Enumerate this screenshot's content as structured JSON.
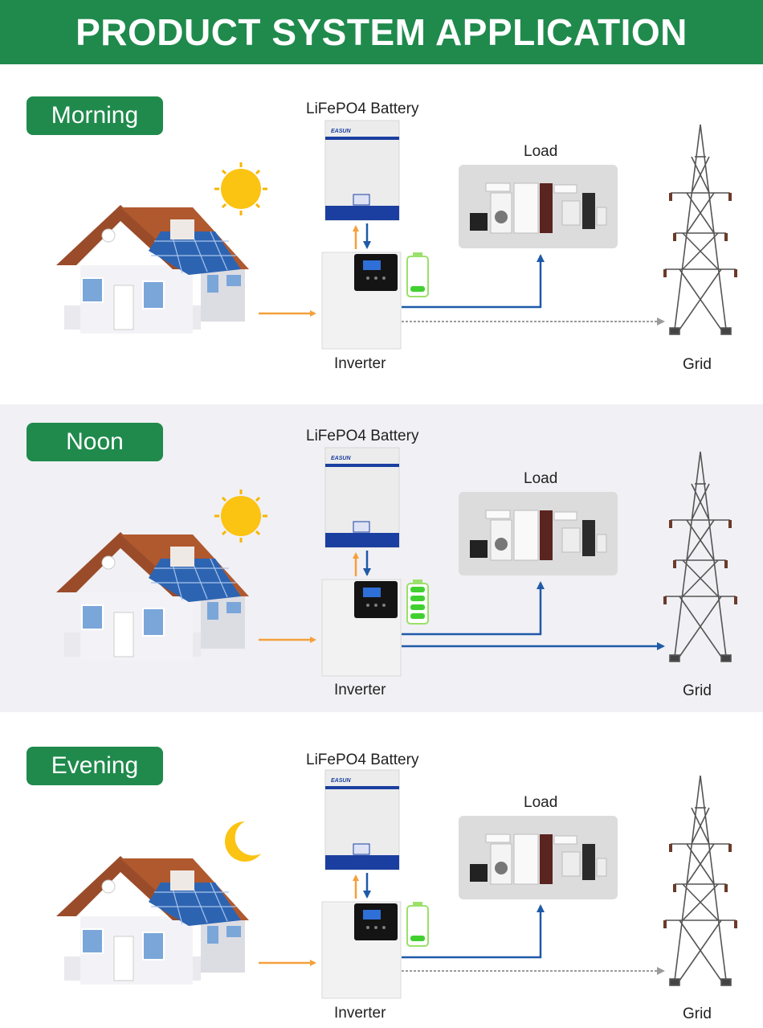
{
  "header": {
    "title": "PRODUCT SYSTEM APPLICATION"
  },
  "labels": {
    "battery": "LiFePO4 Battery",
    "load": "Load",
    "inverter": "Inverter",
    "grid": "Grid"
  },
  "colors": {
    "brand_green": "#1f8a4c",
    "solar_arrow": "#f5a03c",
    "power_flow": "#1e5aa8",
    "grid_idle": "#9b9b9b",
    "panel_alt_bg": "#f1f0f4"
  },
  "panels": [
    {
      "name": "Morning",
      "sky": "sun",
      "battery_level": 1,
      "grid_feed": "idle"
    },
    {
      "name": "Noon",
      "sky": "sun",
      "battery_level": 4,
      "grid_feed": "active"
    },
    {
      "name": "Evening",
      "sky": "moon",
      "battery_level": 1,
      "grid_feed": "idle"
    }
  ]
}
